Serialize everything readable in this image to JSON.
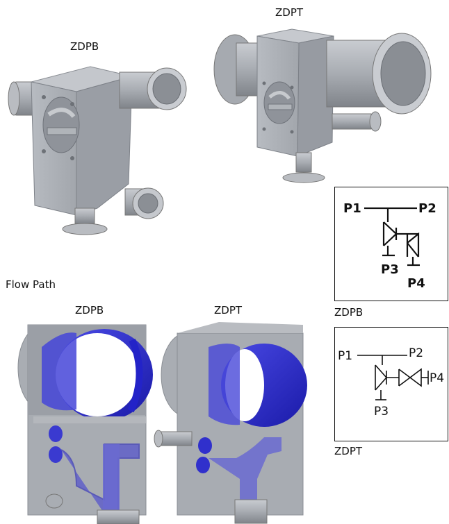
{
  "labels": {
    "top_left_title": "ZDPB",
    "top_right_title": "ZDPT",
    "flow_path_heading": "Flow Path",
    "flow_left_title": "ZDPB",
    "flow_right_title": "ZDPT",
    "schematic_1_caption": "ZDPB",
    "schematic_2_caption": "ZDPT"
  },
  "schematic_1": {
    "p1": "P1",
    "p2": "P2",
    "p3": "P3",
    "p4": "P4"
  },
  "schematic_2": {
    "p1": "P1",
    "p2": "P2",
    "p3": "P3",
    "p4": "P4"
  },
  "colors": {
    "body_gray": "#a9adb3",
    "body_dark": "#7d8188",
    "flow_blue": "#2323d0",
    "flow_blue_light": "#6a6ad8",
    "line": "#111111"
  }
}
